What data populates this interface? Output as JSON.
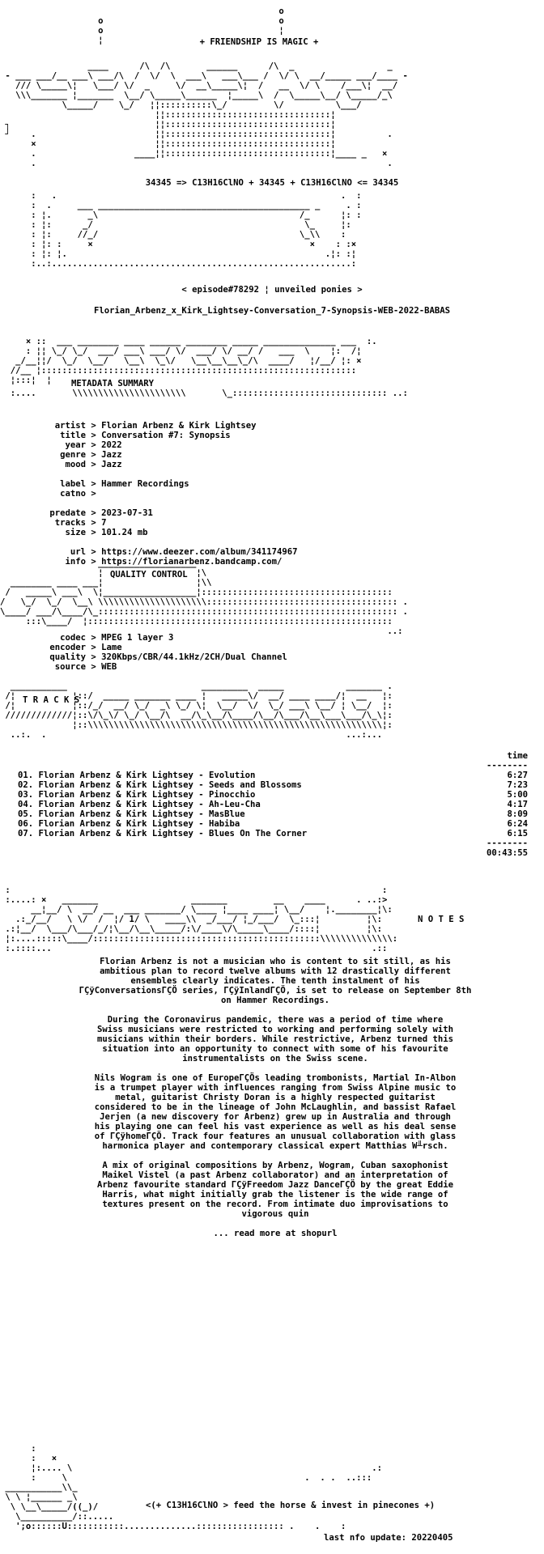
{
  "header": {
    "tagline": "+ FRIENDSHIP IS MAGIC +",
    "equation": "34345 => C13H16ClNO + 34345 + C13H16ClNO <= 34345"
  },
  "release": {
    "episode_line": "< episode#78292 ¦ unveiled ponies >",
    "filename": "Florian_Arbenz_x_Kirk_Lightsey-Conversation_7-Synopsis-WEB-2022-BABAS"
  },
  "metadata": {
    "heading": "METADATA SUMMARY",
    "rows": [
      {
        "key": "artist",
        "value": "Florian Arbenz & Kirk Lightsey"
      },
      {
        "key": "title",
        "value": "Conversation #7: Synopsis"
      },
      {
        "key": "year",
        "value": "2022"
      },
      {
        "key": "genre",
        "value": "Jazz"
      },
      {
        "key": "mood",
        "value": "Jazz"
      },
      {
        "key": "",
        "value": ""
      },
      {
        "key": "label",
        "value": "Hammer Recordings"
      },
      {
        "key": "catno",
        "value": ""
      },
      {
        "key": "",
        "value": ""
      },
      {
        "key": "predate",
        "value": "2023-07-31"
      },
      {
        "key": "tracks",
        "value": "7"
      },
      {
        "key": "size",
        "value": "101.24 mb"
      },
      {
        "key": "",
        "value": ""
      },
      {
        "key": "url",
        "value": "https://www.deezer.com/album/341174967"
      },
      {
        "key": "info",
        "value": "https://florianarbenz.bandcamp.com/"
      }
    ]
  },
  "quality": {
    "heading": "QUALITY CONTROL",
    "rows": [
      {
        "key": "codec",
        "value": "MPEG 1 layer 3"
      },
      {
        "key": "encoder",
        "value": "Lame"
      },
      {
        "key": "quality",
        "value": "320Kbps/CBR/44.1kHz/2CH/Dual Channel"
      },
      {
        "key": "source",
        "value": "WEB"
      }
    ]
  },
  "tracks": {
    "heading": "T R A C K S",
    "time_header": "time",
    "rule": "--------",
    "items": [
      {
        "num": "01.",
        "name": "Florian Arbenz & Kirk Lightsey - Evolution",
        "time": "6:27"
      },
      {
        "num": "02.",
        "name": "Florian Arbenz & Kirk Lightsey - Seeds and Blossoms",
        "time": "7:23"
      },
      {
        "num": "03.",
        "name": "Florian Arbenz & Kirk Lightsey - Pinocchio",
        "time": "5:00"
      },
      {
        "num": "04.",
        "name": "Florian Arbenz & Kirk Lightsey - Ah-Leu-Cha",
        "time": "4:17"
      },
      {
        "num": "05.",
        "name": "Florian Arbenz & Kirk Lightsey - MasBlue",
        "time": "8:09"
      },
      {
        "num": "06.",
        "name": "Florian Arbenz & Kirk Lightsey - Habiba",
        "time": "6:24"
      },
      {
        "num": "07.",
        "name": "Florian Arbenz & Kirk Lightsey - Blues On The Corner",
        "time": "6:15"
      }
    ],
    "total": "00:43:55"
  },
  "notes": {
    "heading": "N O T E S",
    "paragraphs": [
      "Florian Arbenz is not a musician who is content to sit still, as his\nambitious plan to record twelve albums with 12 drastically different\nensembles clearly indicates. The tenth instalment of his\nΓÇÿConversationsΓÇÖ series, ΓÇÿInlandΓÇÖ, is set to release on September 8th\non Hammer Recordings.",
      "During the Coronavirus pandemic, there was a period of time where\nSwiss musicians were restricted to working and performing solely with\nmusicians within their borders. While restrictive, Arbenz turned this\nsituation into an opportunity to connect with some of his favourite\ninstrumentalists on the Swiss scene.",
      "Nils Wogram is one of EuropeΓÇÖs leading trombonists, Martial In-Albon\nis a trumpet player with influences ranging from Swiss Alpine music to\nmetal, guitarist Christy Doran is a highly respected guitarist\nconsidered to be in the lineage of John McLaughlin, and bassist Rafael\nJerjen (a new discovery for Arbenz) grew up in Australia and through\nhis playing one can feel his vast experience as well as his deal sense\nof ΓÇÿhomeΓÇÖ. Track four features an unusual collaboration with glass\nharmonica player and contemporary classical expert Matthias W╨rsch.",
      "A mix of original compositions by Arbenz, Wogram, Cuban saxophonist\nMaikel Vistel (a past Arbenz collaborator) and an interpretation of\nArbenz favourite standard ΓÇÿFreedom Jazz DanceΓÇÖ by the great Eddie\nHarris, what might initially grab the listener is the wide range of\ntextures present on the record. From intimate duo improvisations to\nvigorous quin",
      "... read more at shopurl"
    ]
  },
  "footer": {
    "slogan": "<(+ C13H16ClNO > feed the horse & invest in pinecones +)",
    "last_update": "last nfo update: 20220405"
  }
}
